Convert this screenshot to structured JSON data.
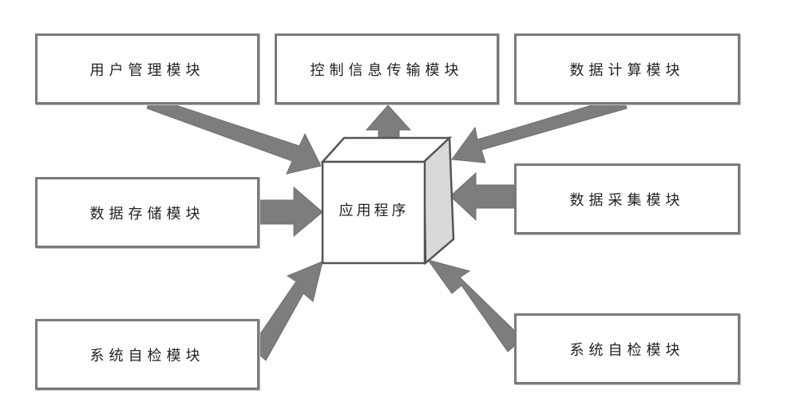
{
  "center": {
    "label": "应用程序"
  },
  "modules": {
    "user_management": "用户管理模块",
    "control_transmission": "控制信息传输模块",
    "data_compute": "数据计算模块",
    "data_storage": "数据存储模块",
    "data_collect": "数据采集模块",
    "self_check_left": "系统自检模块",
    "self_check_right": "系统自检模块"
  },
  "colors": {
    "arrow": "#7d7d7d",
    "box_border": "#7a7a7a",
    "cube_side": "#d9d9d9"
  }
}
